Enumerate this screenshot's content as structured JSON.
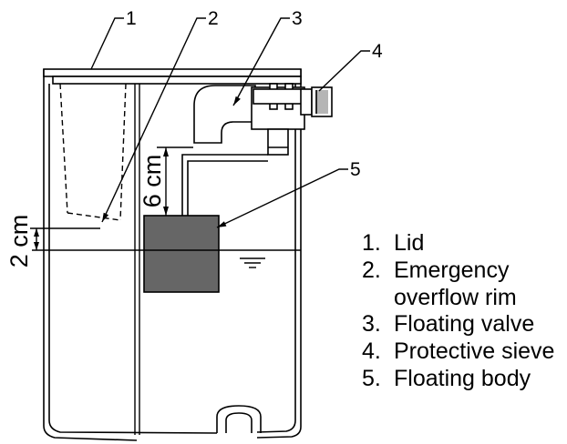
{
  "callouts": [
    "1",
    "2",
    "3",
    "4",
    "5"
  ],
  "dimensions": {
    "distance_float": "6 cm",
    "distance_rim": "2 cm"
  },
  "legend": [
    {
      "num": "1.",
      "lines": [
        "Lid"
      ]
    },
    {
      "num": "2.",
      "lines": [
        "Emergency",
        "overflow rim"
      ]
    },
    {
      "num": "3.",
      "lines": [
        "Floating valve"
      ]
    },
    {
      "num": "4.",
      "lines": [
        "Protective sieve"
      ]
    },
    {
      "num": "5.",
      "lines": [
        "Floating body"
      ]
    }
  ],
  "colors": {
    "line": "#000000",
    "floating_body": "#666666",
    "sieve": "#b5b5b5",
    "background": "#ffffff"
  }
}
